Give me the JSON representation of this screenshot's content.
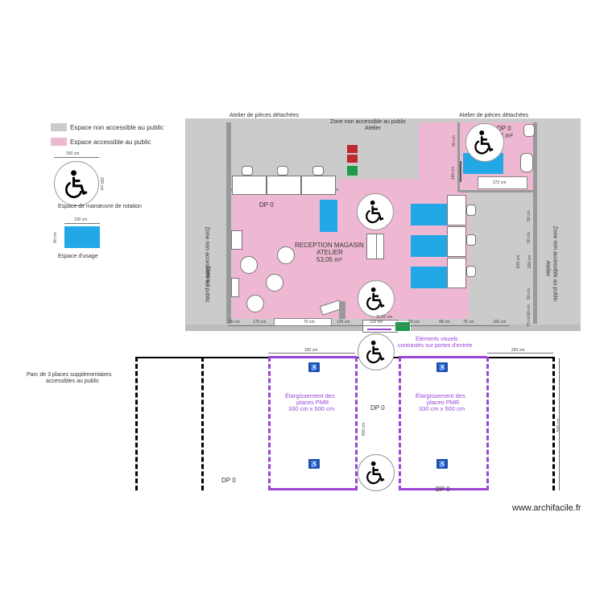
{
  "legend": {
    "non_accessible": "Espace non accessible au public",
    "accessible": "Espace accessible au public",
    "rotation_label": "Espace de manœuvre de rotation",
    "rotation_width": "150 cm",
    "rotation_height": "150 cm",
    "usage_label": "Espace d'usage",
    "usage_width": "130 cm",
    "usage_height": "80 cm",
    "colors": {
      "non_accessible": "#cbcbcb",
      "accessible": "#efb8d2",
      "usage": "#22a8e6"
    }
  },
  "plan": {
    "atelier_left": "Atelier de pièces détachées",
    "atelier_right": "Atelier de pièces détachées",
    "zone_top": "Zone non accessible au public",
    "zone_top_sub": "Atelier",
    "zone_left": "Zone non accessible au public",
    "zone_left_sub": "Bureaux",
    "zone_right": "Zone non accessible au public",
    "zone_right_sub": "Atelier",
    "dp_main": "DP 0",
    "dp_wc": "DP 0",
    "wc_area": "6,8 m²",
    "reception_title": "RECEPTION MAGASIN",
    "reception_sub": "ATELIER",
    "reception_area": "53,05 m²",
    "dims_bottom": [
      "25 cm",
      "170 cm",
      "70 cm",
      "125 cm",
      "120 cm",
      "90 cm",
      "98 cm",
      "75 cm",
      "160 cm"
    ],
    "dims_vertical": [
      "90 cm",
      "160 cm",
      "90 cm",
      "90 cm",
      "200 cm",
      "90 cm",
      "90 cm",
      "75 cm"
    ],
    "dim_wc": "272 cm",
    "dim_door": "11,62 cm",
    "dim_600": "600 cm"
  },
  "parking": {
    "side_note_line1": "Parc de 3 places supplémentaires",
    "side_note_line2": "accessibles au public",
    "dim_330": "330 cm",
    "dim_250": "250 cm",
    "dim_500": "500 cm",
    "dim_500_right": "500 cm",
    "visual_line1": "Éléments visuels",
    "visual_line2": "contrastés sur portes d'entrée",
    "pmr_left_line1": "Élargissement des",
    "pmr_left_line2": "places PMR",
    "pmr_left_line3": "330 cm x 500 cm",
    "pmr_right_line1": "Élargissement des",
    "pmr_right_line2": "places PMR",
    "pmr_right_line3": "330 cm x 500 cm",
    "dp_left": "DP 0",
    "dp_center": "DP 0",
    "dp_right": "DP 0",
    "pmr_symbol": "♿",
    "accent_color": "#9b45d6"
  },
  "watermark": "www.archifacile.fr"
}
